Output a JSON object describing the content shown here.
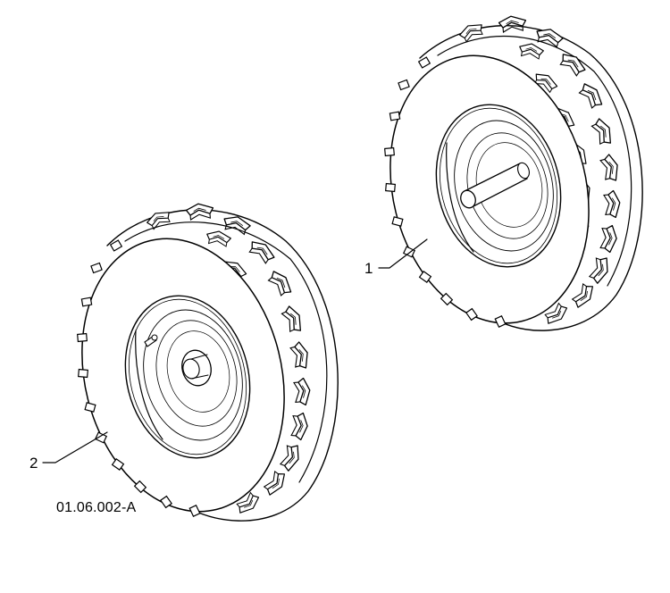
{
  "callouts": [
    {
      "id": "1",
      "label": "1",
      "part": "wheel-with-shaft"
    },
    {
      "id": "2",
      "label": "2",
      "part": "wheel-with-hub"
    }
  ],
  "figure_code": "01.06.002-A"
}
